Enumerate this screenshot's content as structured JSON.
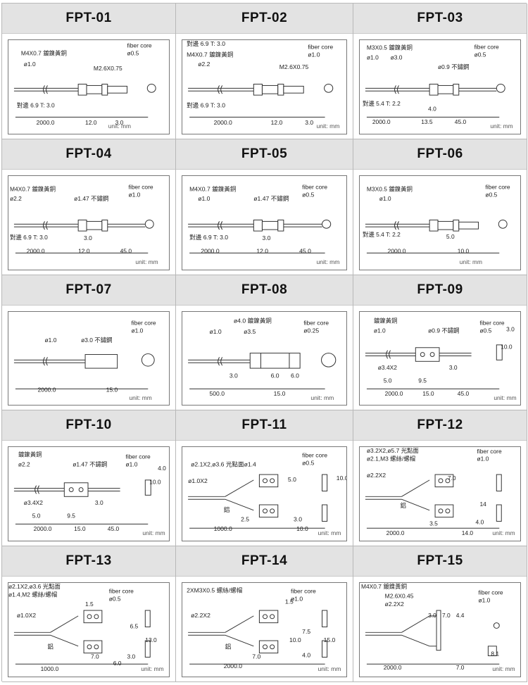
{
  "common": {
    "unit": "unit: mm",
    "fiber_core": "fiber core"
  },
  "cells": [
    {
      "title": "FPT-01",
      "labels": [
        "M4X0.7 鍍鎳黃銅",
        "ø1.0",
        "M2.6X0.75",
        "對邊 6.9 T: 3.0",
        "ø0.5"
      ],
      "dims": [
        "2000.0",
        "12.0",
        "3.0"
      ]
    },
    {
      "title": "FPT-02",
      "labels": [
        "對邊 6.9 T: 3.0",
        "M4X0.7 鍍鎳黃銅",
        "ø2.2",
        "M2.6X0.75",
        "對邊 6.9 T: 3.0",
        "ø1.0"
      ],
      "dims": [
        "2000.0",
        "12.0",
        "3.0"
      ]
    },
    {
      "title": "FPT-03",
      "labels": [
        "M3X0.5 鍍鎳黃銅",
        "ø1.0",
        "ø3.0",
        "ø0.9 不鏽鋼",
        "對邊 5.4 T: 2.2",
        "ø0.5"
      ],
      "dims": [
        "4.0",
        "2000.0",
        "13.5",
        "45.0"
      ]
    },
    {
      "title": "FPT-04",
      "labels": [
        "M4X0.7 鍍鎳黃銅",
        "ø2.2",
        "ø1.47 不鏽鋼",
        "對邊 6.9 T: 3.0",
        "ø1.0"
      ],
      "dims": [
        "3.0",
        "2000.0",
        "12.0",
        "45.0"
      ]
    },
    {
      "title": "FPT-05",
      "labels": [
        "M4X0.7 鍍鎳黃銅",
        "ø1.0",
        "ø1.47 不鏽鋼",
        "對邊 6.9 T: 3.0",
        "ø0.5"
      ],
      "dims": [
        "3.0",
        "2000.0",
        "12.0",
        "45.0"
      ]
    },
    {
      "title": "FPT-06",
      "labels": [
        "M3X0.5 鍍鎳黃銅",
        "ø1.0",
        "對邊 5.4 T: 2.2",
        "ø0.5"
      ],
      "dims": [
        "5.0",
        "2000.0",
        "10.0"
      ]
    },
    {
      "title": "FPT-07",
      "labels": [
        "ø1.0",
        "ø3.0 不鏽鋼",
        "ø1.0"
      ],
      "dims": [
        "2000.0",
        "15.0"
      ]
    },
    {
      "title": "FPT-08",
      "labels": [
        "ø4.0 鍍鎳黃銅",
        "ø1.0",
        "ø3.5",
        "ø0.25"
      ],
      "dims": [
        "3.0",
        "6.0",
        "6.0",
        "500.0",
        "15.0"
      ]
    },
    {
      "title": "FPT-09",
      "labels": [
        "鍍鎳黃銅",
        "ø1.0",
        "ø0.9 不鏽鋼",
        "ø3.4X2",
        "ø0.5"
      ],
      "dims": [
        "3.0",
        "10.0",
        "5.0",
        "9.5",
        "3.0",
        "2000.0",
        "15.0",
        "45.0"
      ]
    },
    {
      "title": "FPT-10",
      "labels": [
        "鍍鎳黃銅",
        "ø2.2",
        "ø1.47 不鏽鋼",
        "ø3.4X2",
        "ø1.0"
      ],
      "dims": [
        "4.0",
        "10.0",
        "3.0",
        "5.0",
        "9.5",
        "2000.0",
        "15.0",
        "45.0"
      ]
    },
    {
      "title": "FPT-11",
      "labels": [
        "ø2.1X2,ø3.6 光點面ø1.4",
        "ø1.0X2",
        "鋁",
        "ø0.5"
      ],
      "dims": [
        "5.0",
        "10.0",
        "2.5",
        "3.0",
        "1000.0",
        "10.0"
      ]
    },
    {
      "title": "FPT-12",
      "labels": [
        "ø3.2X2,ø5.7 光點面",
        "ø2.1,M3 螺絲/螺帽",
        "ø2.2X2",
        "鋁",
        "ø1.0"
      ],
      "dims": [
        "7.0",
        "14",
        "3.5",
        "4.0",
        "2000.0",
        "14.0"
      ]
    },
    {
      "title": "FPT-13",
      "labels": [
        "ø2.1X2,ø3.6 光點面",
        "ø1.4,M2 螺絲/螺帽",
        "ø1.0X2",
        "鋁",
        "ø0.5"
      ],
      "dims": [
        "1.5",
        "6.5",
        "13.0",
        "7.0",
        "3.0",
        "6.0",
        "1000.0"
      ]
    },
    {
      "title": "FPT-14",
      "labels": [
        "2XM3X0.5 螺絲/螺帽",
        "ø2.2X2",
        "鋁",
        "ø1.0"
      ],
      "dims": [
        "1.5",
        "10.0",
        "7.5",
        "15.0",
        "7.0",
        "4.0",
        "2000.0"
      ]
    },
    {
      "title": "FPT-15",
      "labels": [
        "M4X0.7 鍍鎳黃銅",
        "M2.6X0.45",
        "ø2.2X2",
        "ø1.0"
      ],
      "dims": [
        "3.0",
        "7.0",
        "4.4",
        "8.1",
        "2000.0",
        "7.0"
      ]
    }
  ]
}
